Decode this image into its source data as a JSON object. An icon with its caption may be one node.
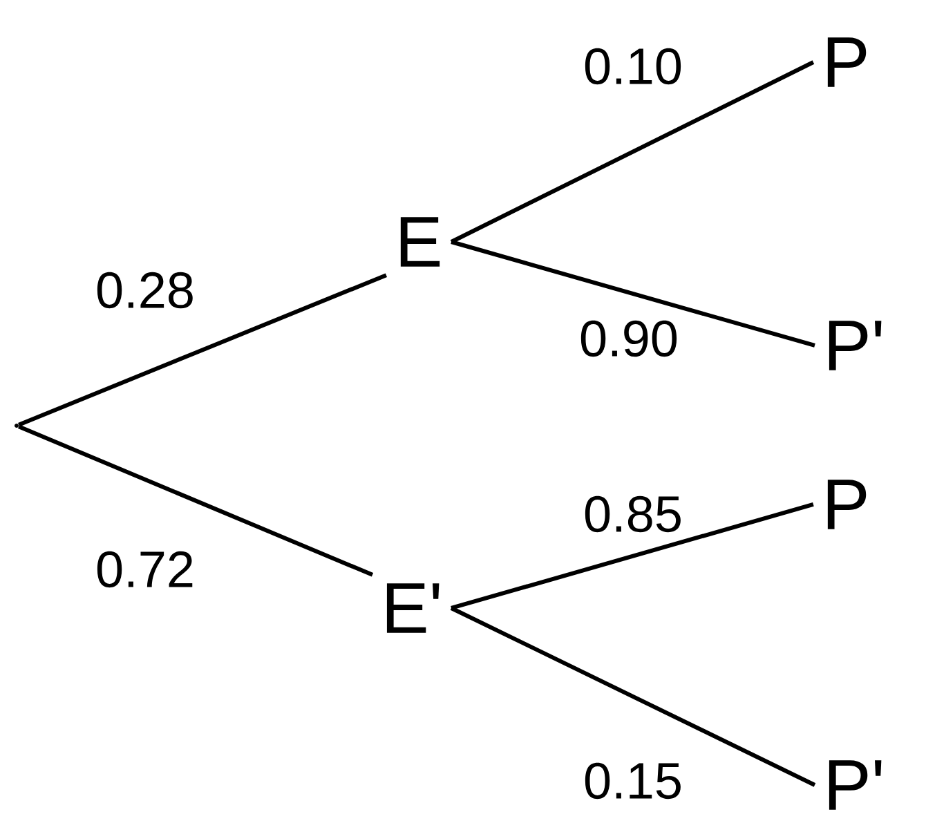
{
  "diagram": {
    "nodes": [
      {
        "text": [],
        "shape": "point"
      },
      {
        "text": [
          "E"
        ]
      },
      {
        "text": [
          "E'"
        ]
      },
      {
        "text": [
          "P"
        ]
      },
      {
        "text": [
          "P'"
        ]
      },
      {
        "text": [
          "P"
        ]
      },
      {
        "text": [
          "P'"
        ]
      }
    ],
    "edges": [
      {
        "from": 0,
        "to": 1,
        "arrow": "none",
        "label": "0.28"
      },
      {
        "from": 0,
        "to": 2,
        "arrow": "none",
        "label": "0.72"
      },
      {
        "from": 1,
        "to": 3,
        "arrow": "none",
        "label": "0.10"
      },
      {
        "from": 1,
        "to": 4,
        "arrow": "none",
        "label": "0.90"
      },
      {
        "from": 2,
        "to": 5,
        "arrow": "none",
        "label": "0.85"
      },
      {
        "from": 2,
        "to": 6,
        "arrow": "none",
        "label": "0.15"
      }
    ]
  }
}
